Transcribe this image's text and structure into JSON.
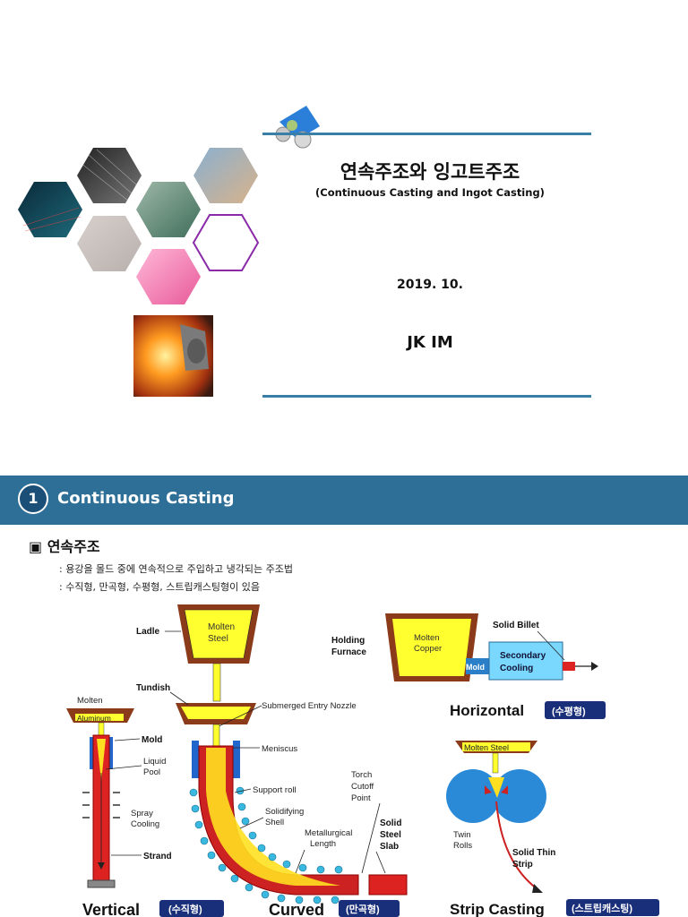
{
  "cover": {
    "title_ko": "연속주조와 잉고트주조",
    "title_en": "(Continuous Casting and Ingot Casting)",
    "date": "2019. 10.",
    "author": "JK IM"
  },
  "section": {
    "number": "1",
    "banner_title": "Continuous Casting",
    "heading": "▣ 연속주조",
    "bullets": [
      ": 용강을 몰드 중에 연속적으로 주입하고 냉각되는 주조법",
      ": 수직형, 만곡형, 수평형, 스트립캐스팅형이 있음"
    ]
  },
  "diagram": {
    "curved_labels": {
      "ladle": "Ladle",
      "ladle_content": [
        "Molten",
        "Steel"
      ],
      "tundish": "Tundish",
      "sen": "Submerged Entry Nozzle",
      "meniscus": "Meniscus",
      "support_roll": "Support roll",
      "shell": [
        "Solidifying",
        "Shell"
      ],
      "metallurgical": [
        "Metallurgical",
        "Length"
      ],
      "torch": [
        "Torch",
        "Cutoff",
        "Point"
      ],
      "slab": [
        "Solid",
        "Steel",
        "Slab"
      ]
    },
    "vertical_labels": {
      "molten": "Molten",
      "aluminum": "Aluminum",
      "mold": "Mold",
      "liquid_pool": [
        "Liquid",
        "Pool"
      ],
      "spray": [
        "Spray",
        "Cooling"
      ],
      "strand": "Strand"
    },
    "horizontal_labels": {
      "holding": [
        "Holding",
        "Furnace"
      ],
      "copper": [
        "Molten",
        "Copper"
      ],
      "mold": "Mold",
      "secondary": [
        "Secondary",
        "Cooling"
      ],
      "billet": "Solid Billet"
    },
    "strip_labels": {
      "molten_steel": "Molten Steel",
      "twin_rolls": [
        "Twin",
        "Rolls"
      ],
      "thin_strip": [
        "Solid Thin",
        "Strip"
      ]
    },
    "captions": {
      "vertical": "Vertical",
      "vertical_ko": "(수직형)",
      "curved": "Curved",
      "curved_ko": "(만곡형)",
      "horizontal": "Horizontal",
      "horizontal_ko": "(수평형)",
      "strip": "Strip Casting",
      "strip_ko": "(스트립캐스팅)"
    }
  }
}
